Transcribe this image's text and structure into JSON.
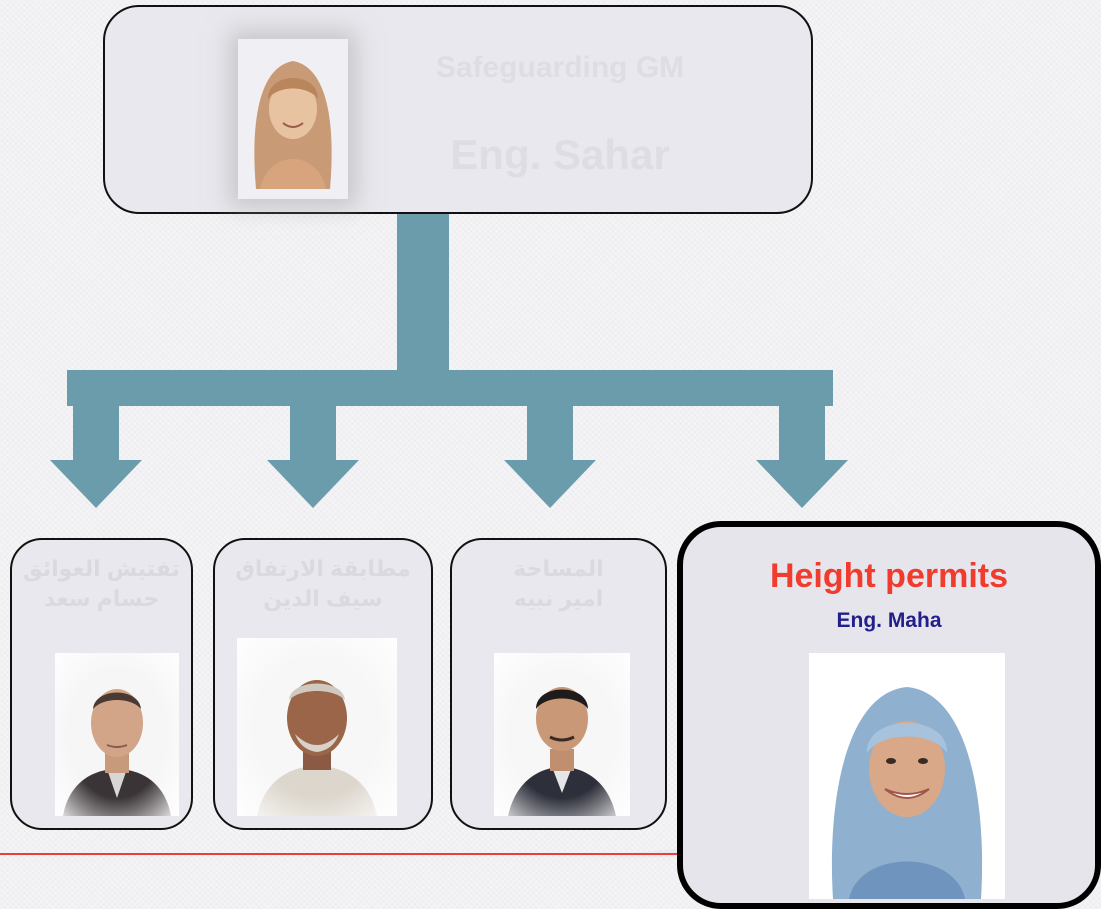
{
  "colors": {
    "connector": "#6a9cab",
    "box_fill": "#e9e8ee",
    "box_border": "#111111",
    "faded_text": "#dedde3",
    "highlight_title": "#f13b2d",
    "highlight_name": "#221f8a",
    "footer_line": "#e8413c"
  },
  "top": {
    "title": "Safeguarding GM",
    "name": "Eng. Sahar",
    "photo_icon": "person-hijab-portrait"
  },
  "cards": [
    {
      "title": "تفتيش العوائق",
      "name": "حسام سعد",
      "photo_icon": "person-portrait"
    },
    {
      "title": "مطابقة الارتفاق",
      "name": "سيف الدين",
      "photo_icon": "person-portrait"
    },
    {
      "title": "المساحة",
      "name": "امير نبيه",
      "photo_icon": "person-portrait"
    },
    {
      "title": "Height permits",
      "name": "Eng. Maha",
      "photo_icon": "person-hijab-portrait"
    }
  ]
}
